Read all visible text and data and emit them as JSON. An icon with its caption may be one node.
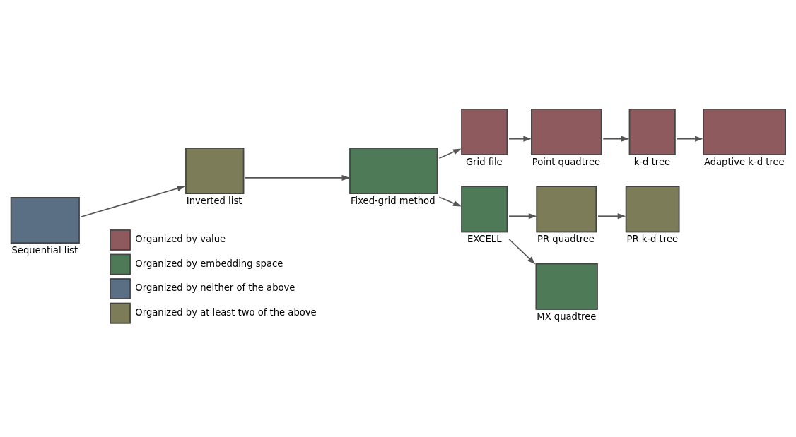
{
  "diagram": {
    "nodes": [
      {
        "text": [
          "Sequential list"
        ]
      },
      {
        "text": [
          "Inverted list"
        ]
      },
      {
        "text": [
          "Fixed-grid method"
        ]
      },
      {
        "text": [
          "Grid file"
        ]
      },
      {
        "text": [
          "Point quadtree"
        ]
      },
      {
        "text": [
          "k-d tree"
        ]
      },
      {
        "text": [
          "Adaptive k-d tree"
        ]
      },
      {
        "text": [
          "EXCELL"
        ]
      },
      {
        "text": [
          "PR quadtree"
        ]
      },
      {
        "text": [
          "PR k-d tree"
        ]
      },
      {
        "text": [
          "MX quadtree"
        ]
      }
    ],
    "edges": [
      {
        "from": 0,
        "to": 1,
        "arrow": "to"
      },
      {
        "from": 1,
        "to": 2,
        "arrow": "to"
      },
      {
        "from": 2,
        "to": 3,
        "arrow": "to"
      },
      {
        "from": 3,
        "to": 4,
        "arrow": "to"
      },
      {
        "from": 4,
        "to": 5,
        "arrow": "to"
      },
      {
        "from": 5,
        "to": 6,
        "arrow": "to"
      },
      {
        "from": 2,
        "to": 7,
        "arrow": "to"
      },
      {
        "from": 7,
        "to": 8,
        "arrow": "to"
      },
      {
        "from": 8,
        "to": 9,
        "arrow": "to"
      },
      {
        "from": 7,
        "to": 10,
        "arrow": "to"
      }
    ],
    "legend": [
      {
        "text": "Organized by value",
        "color": "#8e5a5e"
      },
      {
        "text": "Organized by embedding space",
        "color": "#4e7a58"
      },
      {
        "text": "Organized by neither of the above",
        "color": "#5b6f84"
      },
      {
        "text": "Organized by at least two of the above",
        "color": "#7c7c58"
      }
    ]
  }
}
